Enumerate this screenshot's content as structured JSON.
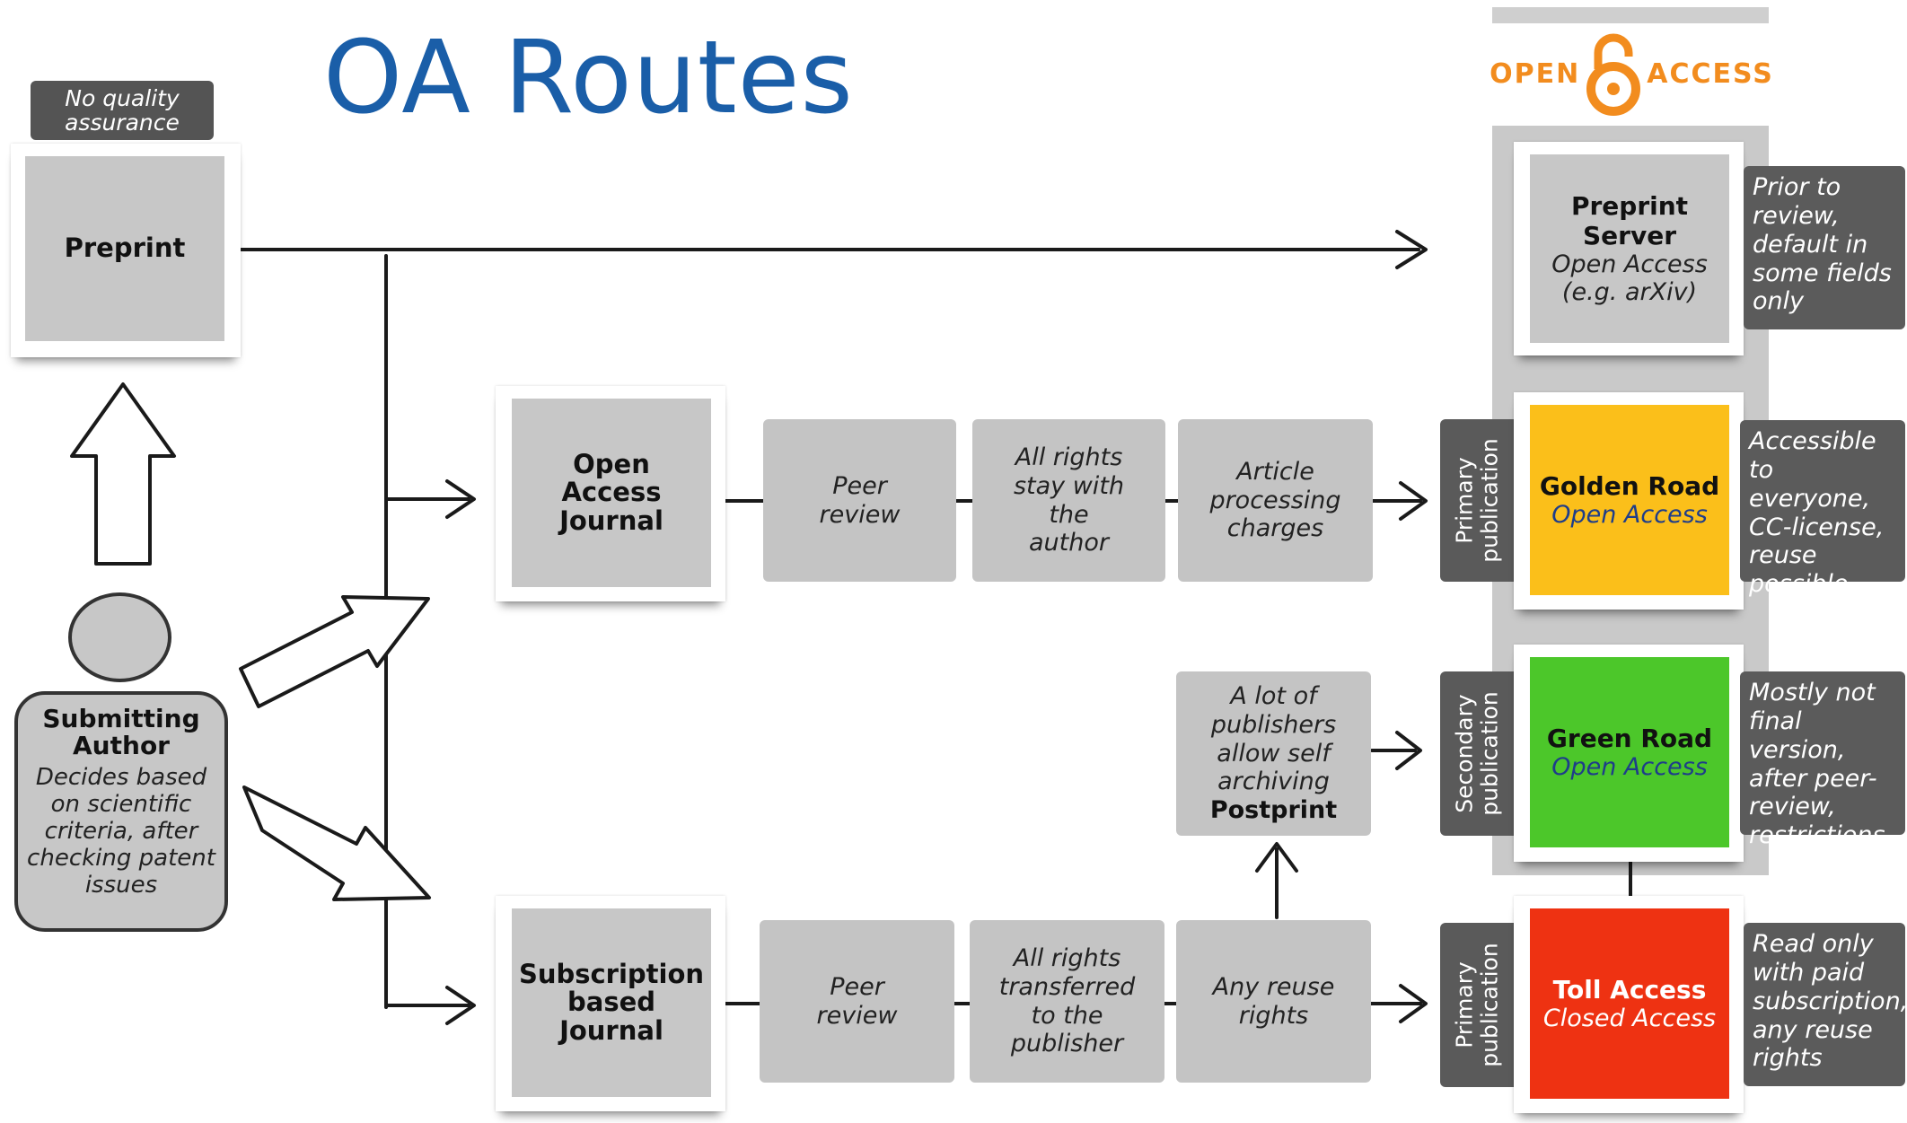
{
  "title": "OA Routes",
  "logo": {
    "left_text": "OPEN",
    "right_text": "ACCESS",
    "color": "#f28c1e"
  },
  "colors": {
    "title": "#1a5ea8",
    "gold": "#fbbf1a",
    "green": "#4cc72a",
    "red": "#ee3212",
    "gray_box": "#c7c7c7",
    "dark": "#5b5b5b"
  },
  "preprint": {
    "caption": "No quality assurance",
    "label": "Preprint"
  },
  "author": {
    "title": "Submitting Author",
    "description": "Decides based on scientific criteria, after checking patent issues"
  },
  "oa_journal": {
    "label": "Open Access Journal",
    "steps": [
      "Peer review",
      "All rights stay with the author",
      "Article processing charges"
    ]
  },
  "sub_journal": {
    "label": "Subscription based Journal",
    "steps": [
      "Peer review",
      "All rights transferred to the publisher",
      "Any reuse rights"
    ]
  },
  "self_archiving": {
    "text": "A lot of publishers allow self archiving",
    "bold": "Postprint"
  },
  "destinations": [
    {
      "title": "Preprint Server",
      "subtitle": "Open Access",
      "detail": "(e.g. arXiv)",
      "side_label": "",
      "note": "Prior to review, default in some fields only"
    },
    {
      "title": "Golden Road",
      "subtitle": "Open Access",
      "detail": "",
      "side_label": "Primary publication",
      "note": "Accessible to everyone, CC-license, reuse possible"
    },
    {
      "title": "Green Road",
      "subtitle": "Open Access",
      "detail": "",
      "side_label": "Secondary publication",
      "note": "Mostly not final version, after peer-review, restrictions"
    },
    {
      "title": "Toll Access",
      "subtitle": "Closed Access",
      "detail": "",
      "side_label": "Primary publication",
      "note": "Read only with paid subscription, any reuse rights"
    }
  ]
}
